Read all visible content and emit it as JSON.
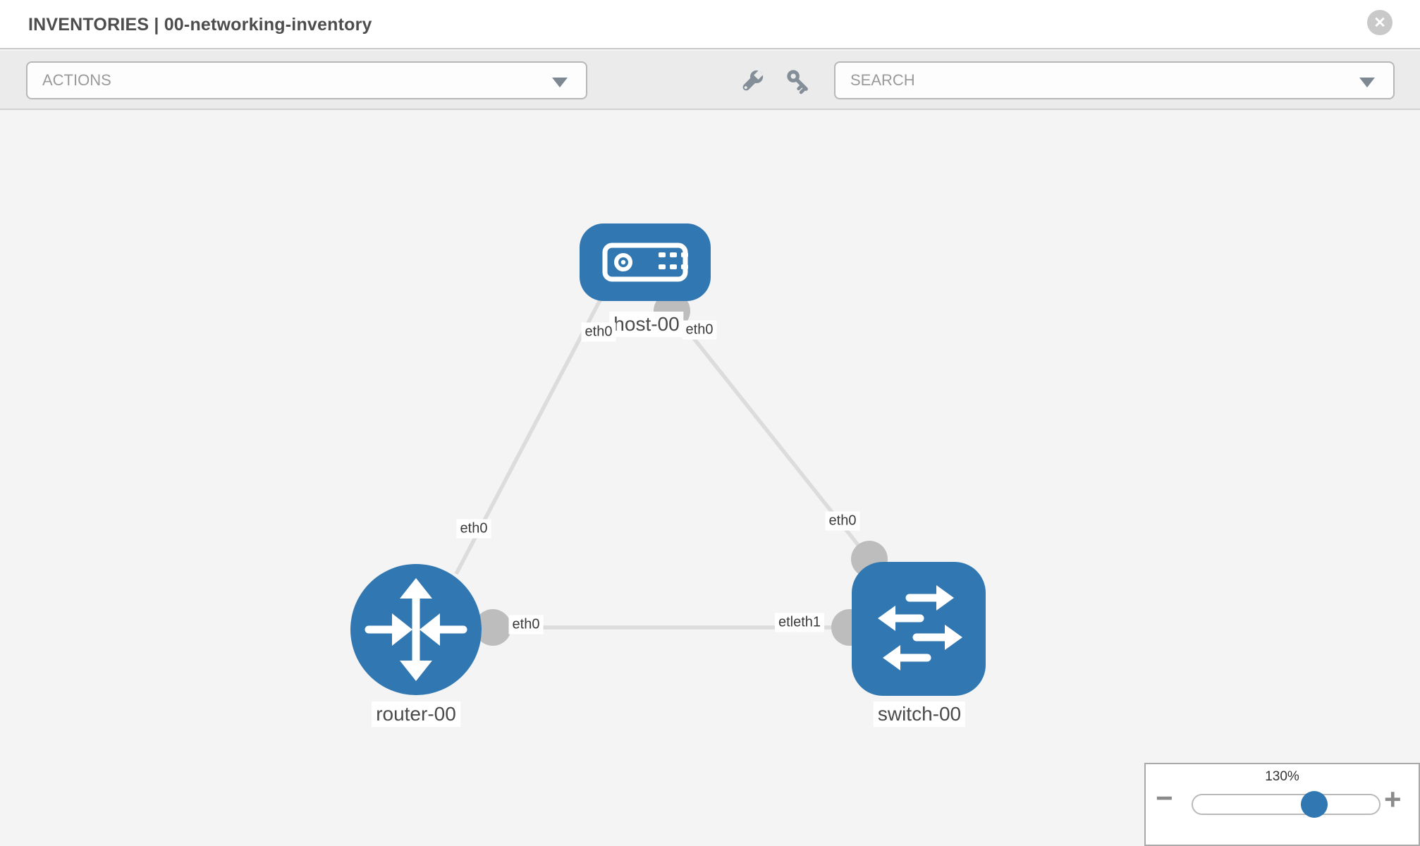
{
  "header": {
    "title": "INVENTORIES | 00-networking-inventory",
    "close_icon": "✕"
  },
  "toolbar": {
    "actions_placeholder": "ACTIONS",
    "search_placeholder": "SEARCH"
  },
  "topology": {
    "nodes": [
      {
        "label": "host-00",
        "type": "host"
      },
      {
        "label": "router-00",
        "type": "router"
      },
      {
        "label": "switch-00",
        "type": "switch"
      }
    ],
    "interface_labels": [
      "eth0",
      "eth0",
      "eth0",
      "eth0",
      "eth0",
      "etleth1"
    ],
    "links": [
      {
        "from": "host-00",
        "to": "router-00"
      },
      {
        "from": "host-00",
        "to": "switch-00"
      },
      {
        "from": "router-00",
        "to": "switch-00"
      }
    ]
  },
  "zoom_panel": {
    "level": "130%",
    "minus_icon": "−",
    "plus_icon": "+"
  },
  "colors": {
    "node_blue": "#3177b2",
    "edge_gray": "#dcdcdc",
    "interface_gray": "#bdbdbd",
    "icon_gray": "#848e98",
    "toolbar_bg": "#ebebeb",
    "canvas_bg": "#f4f4f4"
  }
}
